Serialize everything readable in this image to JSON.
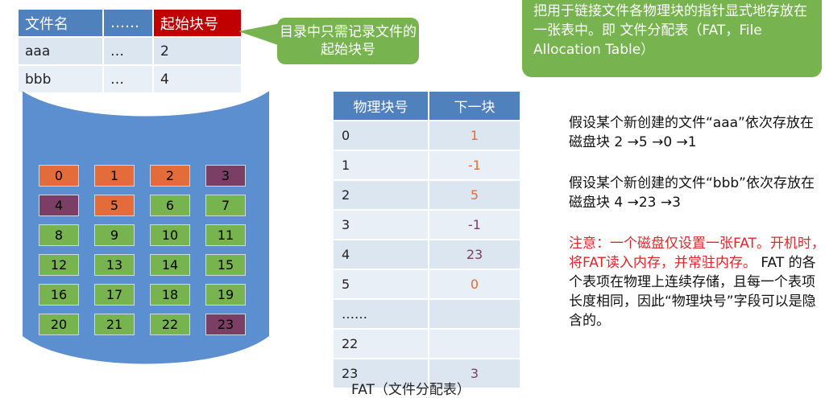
{
  "directory": {
    "headers": [
      "文件名",
      "……",
      "起始块号"
    ],
    "rows": [
      [
        "aaa",
        "…",
        "2"
      ],
      [
        "bbb",
        "…",
        "4"
      ]
    ]
  },
  "callout": "目录中只需记录文件的起始块号",
  "top_box": "把用于链接文件各物理块的指针显式地存放在一张表中。即 文件分配表（FAT，File Allocation Table）",
  "disk_blocks": [
    {
      "n": "0",
      "s": "aaa"
    },
    {
      "n": "1",
      "s": "aaa"
    },
    {
      "n": "2",
      "s": "aaa"
    },
    {
      "n": "3",
      "s": "bbb"
    },
    {
      "n": "4",
      "s": "bbb"
    },
    {
      "n": "5",
      "s": "aaa"
    },
    {
      "n": "6",
      "s": "free"
    },
    {
      "n": "7",
      "s": "free"
    },
    {
      "n": "8",
      "s": "free"
    },
    {
      "n": "9",
      "s": "free"
    },
    {
      "n": "10",
      "s": "free"
    },
    {
      "n": "11",
      "s": "free"
    },
    {
      "n": "12",
      "s": "free"
    },
    {
      "n": "13",
      "s": "free"
    },
    {
      "n": "14",
      "s": "free"
    },
    {
      "n": "15",
      "s": "free"
    },
    {
      "n": "16",
      "s": "free"
    },
    {
      "n": "17",
      "s": "free"
    },
    {
      "n": "18",
      "s": "free"
    },
    {
      "n": "19",
      "s": "free"
    },
    {
      "n": "20",
      "s": "free"
    },
    {
      "n": "21",
      "s": "free"
    },
    {
      "n": "22",
      "s": "free"
    },
    {
      "n": "23",
      "s": "bbb"
    }
  ],
  "fat": {
    "headers": [
      "物理块号",
      "下一块"
    ],
    "rows": [
      {
        "block": "0",
        "next": "1",
        "file": "aaa"
      },
      {
        "block": "1",
        "next": "-1",
        "file": "aaa"
      },
      {
        "block": "2",
        "next": "5",
        "file": "aaa"
      },
      {
        "block": "3",
        "next": "-1",
        "file": "bbb"
      },
      {
        "block": "4",
        "next": "23",
        "file": "bbb"
      },
      {
        "block": "5",
        "next": "0",
        "file": "aaa"
      },
      {
        "block": "……",
        "next": "",
        "file": ""
      },
      {
        "block": "22",
        "next": "",
        "file": ""
      },
      {
        "block": "23",
        "next": "3",
        "file": "bbb"
      }
    ],
    "caption": "FAT（文件分配表）"
  },
  "notes": {
    "note1": "假设某个新创建的文件“aaa”依次存放在磁盘块 2 →5 →0 →1",
    "note2": "假设某个新创建的文件“bbb”依次存放在磁盘块 4 →23 →3",
    "note3_red": "注意：一个磁盘仅设置一张FAT。开机时，将FAT读入内存，并常驻内存。",
    "note3_black": "FAT 的各个表项在物理上连续存储，且每一个表项长度相同，因此“物理块号”字段可以是隐含的。"
  },
  "colors": {
    "aaa": "#e46c3a",
    "bbb": "#7b3f66",
    "free": "#77b34f",
    "header": "#4f81bd",
    "header_red": "#c00000",
    "disk": "#5b8fd0"
  }
}
